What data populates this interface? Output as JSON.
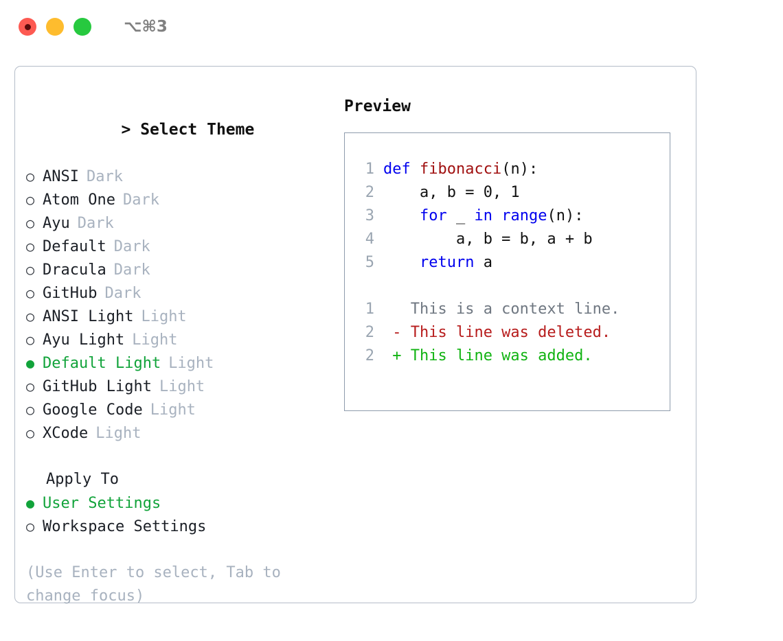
{
  "titlebar": {
    "shortcut": "⌥⌘3",
    "buttons": [
      {
        "name": "close",
        "color": "#fd5a52"
      },
      {
        "name": "minimize",
        "color": "#febc2e"
      },
      {
        "name": "maximize",
        "color": "#27c93f"
      }
    ]
  },
  "colors": {
    "accent_green": "#11a33a",
    "muted_gray": "#a8b2bf",
    "panel_border": "#b4bcc8",
    "preview_border": "#8d9bac",
    "keyword_blue": "#0000ee",
    "function_red": "#a01010",
    "diff_add": "#11b312",
    "diff_del": "#b71c1c",
    "line_number": "#9aa5b1"
  },
  "theme_section": {
    "caret": "> ",
    "header": "Select Theme",
    "marker_unselected": "○",
    "marker_selected": "●",
    "items": [
      {
        "label": "ANSI",
        "tag": "Dark",
        "selected": false
      },
      {
        "label": "Atom One",
        "tag": "Dark",
        "selected": false
      },
      {
        "label": "Ayu",
        "tag": "Dark",
        "selected": false
      },
      {
        "label": "Default",
        "tag": "Dark",
        "selected": false
      },
      {
        "label": "Dracula",
        "tag": "Dark",
        "selected": false
      },
      {
        "label": "GitHub",
        "tag": "Dark",
        "selected": false
      },
      {
        "label": "ANSI Light",
        "tag": "Light",
        "selected": false
      },
      {
        "label": "Ayu Light",
        "tag": "Light",
        "selected": false
      },
      {
        "label": "Default Light",
        "tag": "Light",
        "selected": true
      },
      {
        "label": "GitHub Light",
        "tag": "Light",
        "selected": false
      },
      {
        "label": "Google Code",
        "tag": "Light",
        "selected": false
      },
      {
        "label": "XCode",
        "tag": "Light",
        "selected": false
      }
    ]
  },
  "apply_section": {
    "title": "Apply To",
    "items": [
      {
        "label": "User Settings",
        "selected": true
      },
      {
        "label": "Workspace Settings",
        "selected": false
      }
    ]
  },
  "hint": "(Use Enter to select, Tab to change focus)",
  "preview": {
    "title": "Preview",
    "code_lines": [
      {
        "number": "1",
        "tokens": [
          {
            "text": "def ",
            "kind": "kw"
          },
          {
            "text": "fibonacci",
            "kind": "fn"
          },
          {
            "text": "(n):",
            "kind": "pl"
          }
        ]
      },
      {
        "number": "2",
        "tokens": [
          {
            "text": "    a, b = 0, 1",
            "kind": "pl"
          }
        ]
      },
      {
        "number": "3",
        "tokens": [
          {
            "text": "    ",
            "kind": "pl"
          },
          {
            "text": "for",
            "kind": "kw"
          },
          {
            "text": " _ ",
            "kind": "pl"
          },
          {
            "text": "in",
            "kind": "kw"
          },
          {
            "text": " ",
            "kind": "pl"
          },
          {
            "text": "range",
            "kind": "bi"
          },
          {
            "text": "(n):",
            "kind": "pl"
          }
        ]
      },
      {
        "number": "4",
        "tokens": [
          {
            "text": "        a, b = b, a + b",
            "kind": "pl"
          }
        ]
      },
      {
        "number": "5",
        "tokens": [
          {
            "text": "    ",
            "kind": "pl"
          },
          {
            "text": "return",
            "kind": "kw"
          },
          {
            "text": " a",
            "kind": "pl"
          }
        ]
      }
    ],
    "diff_lines": [
      {
        "number": "1",
        "sign": "  ",
        "text": "This is a context line.",
        "kind": "ctx"
      },
      {
        "number": "2",
        "sign": "- ",
        "text": "This line was deleted.",
        "kind": "del"
      },
      {
        "number": "2",
        "sign": "+ ",
        "text": "This line was added.",
        "kind": "add"
      }
    ]
  }
}
